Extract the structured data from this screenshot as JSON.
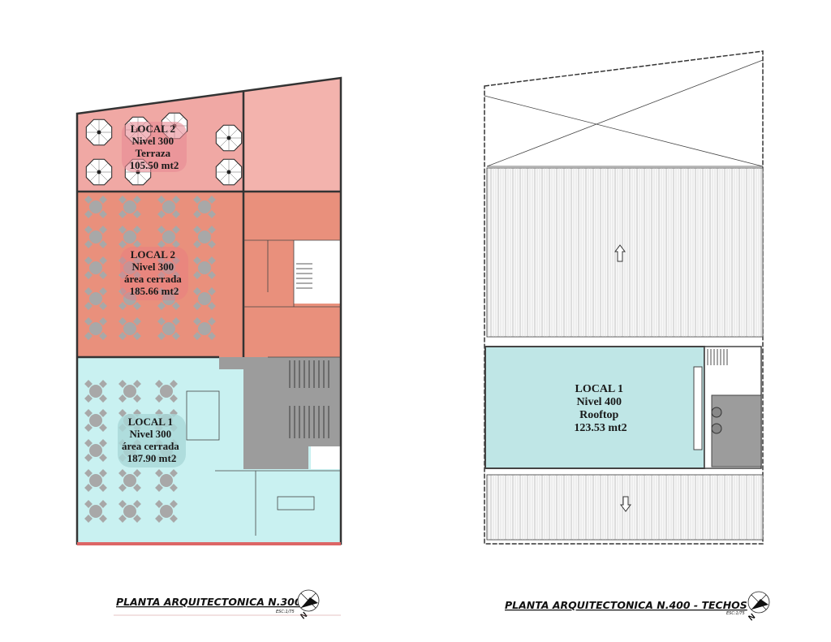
{
  "plans": [
    {
      "title": "PLANTA ARQUITECTONICA N.300",
      "scale": "ESC:1/75",
      "north": "N",
      "areas": [
        {
          "lines": [
            "LOCAL 2",
            "Nivel 300",
            "Terraza",
            "105.50 mt2"
          ]
        },
        {
          "lines": [
            "LOCAL 2",
            "Nivel 300",
            "área cerrada",
            "185.66 mt2"
          ]
        },
        {
          "lines": [
            "LOCAL 1",
            "Nivel 300",
            "área cerrada",
            "187.90 mt2"
          ]
        }
      ]
    },
    {
      "title": "PLANTA ARQUITECTONICA N.400 - TECHOS",
      "scale": "ESC:1/75",
      "north": "N",
      "areas": [
        {
          "lines": [
            "LOCAL 1",
            "Nivel 400",
            "Rooftop",
            "123.53 mt2"
          ]
        }
      ]
    }
  ],
  "colors": {
    "terraza": "#f0a8a4",
    "local2": "#e9907c",
    "local1": "#c9f1f1",
    "rooftop": "#bfe6e6",
    "core": "#9a9a9a",
    "furniture": "#a8a8a8"
  }
}
